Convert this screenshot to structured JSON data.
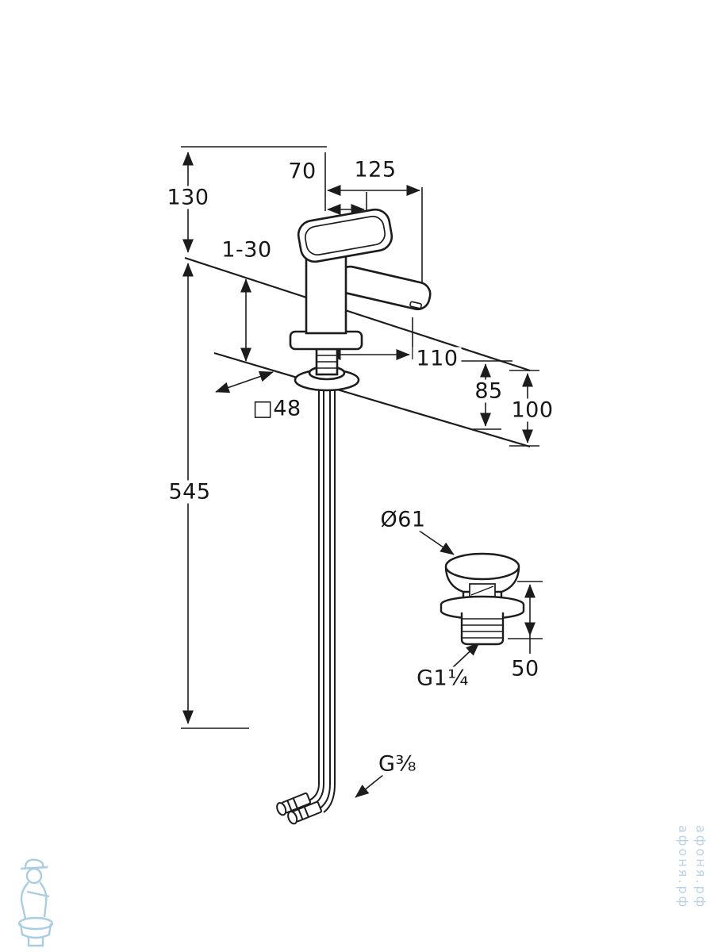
{
  "diagram": {
    "line_color": "#1c1c1c",
    "watermark_color": "#aecfe4",
    "dimensions": {
      "height_130": "130",
      "handle_width_70": "70",
      "spout_overall_125": "125",
      "deck_thickness_range": "1-30",
      "spout_reach_110": "110",
      "height_85": "85",
      "height_100": "100",
      "base_square_48": "□48",
      "hose_length_545": "545",
      "drain_diameter_61": "Ø61",
      "drain_height_50": "50",
      "drain_thread": "G1¼",
      "supply_thread": "G⅜"
    },
    "watermark": {
      "text_1": "афоня.рф",
      "text_2": "афоня.рф"
    }
  }
}
